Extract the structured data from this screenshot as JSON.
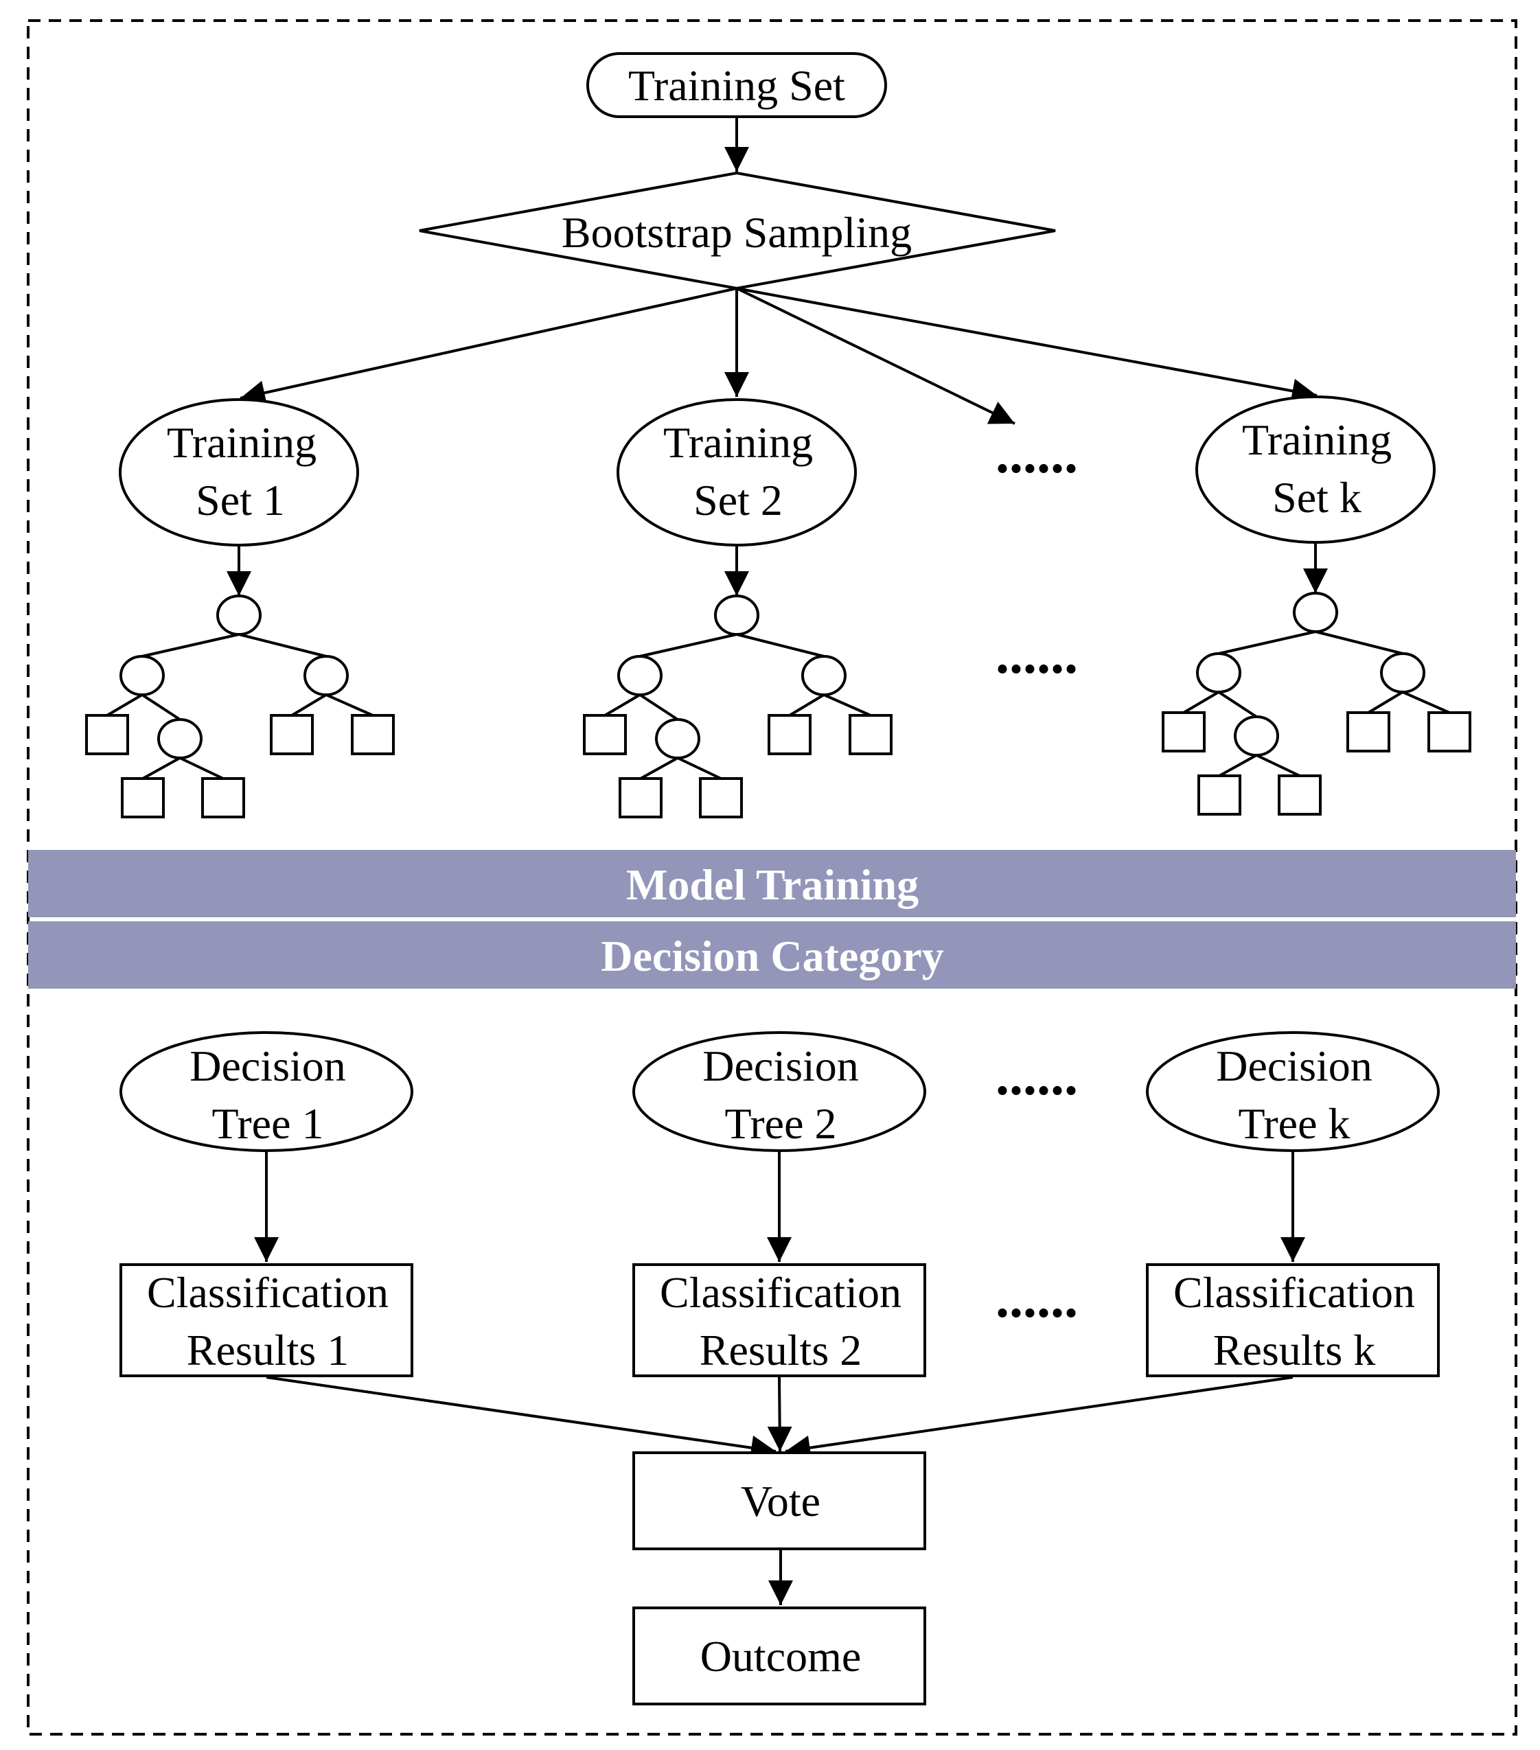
{
  "nodes": {
    "training_set": "Training Set",
    "bootstrap": "Bootstrap Sampling",
    "training_sets": [
      [
        "Training",
        "Set 1"
      ],
      [
        "Training",
        "Set 2"
      ],
      [
        "Training",
        "Set k"
      ]
    ],
    "decision_trees": [
      [
        "Decision",
        "Tree 1"
      ],
      [
        "Decision",
        "Tree 2"
      ],
      [
        "Decision",
        "Tree k"
      ]
    ],
    "classification_results": [
      [
        "Classification",
        "Results 1"
      ],
      [
        "Classification",
        "Results 2"
      ],
      [
        "Classification",
        "Results k"
      ]
    ],
    "vote": "Vote",
    "outcome": "Outcome"
  },
  "bands": {
    "model_training": "Model Training",
    "decision_category": "Decision Category"
  },
  "ellipsis": "......",
  "colors": {
    "band_fill": "#9396b8",
    "band_text": "#ffffff",
    "stroke": "#000000"
  }
}
